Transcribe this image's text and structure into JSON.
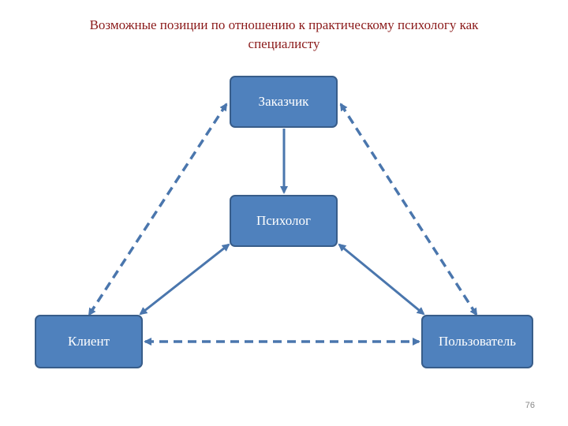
{
  "title": {
    "line1": "Возможные позиции по отношению к практическому психологу как",
    "line2": "специалисту"
  },
  "nodes": {
    "customer": "Заказчик",
    "psychologist": "Психолог",
    "client": "Клиент",
    "user": "Пользователь"
  },
  "colors": {
    "node_fill": "#4f81bd",
    "node_border": "#385d8a",
    "arrow": "#4a76ad",
    "title": "#8b1a1a"
  },
  "page_number": "76"
}
